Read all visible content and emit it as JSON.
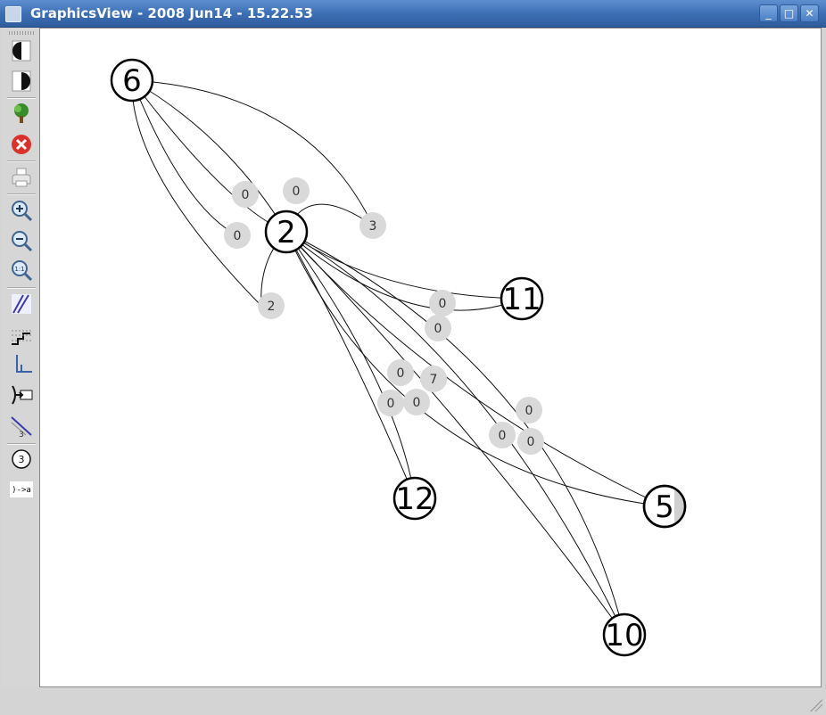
{
  "window": {
    "title": "GraphicsView - 2008 Jun14 - 15.22.53",
    "buttons": {
      "minimize": "_",
      "maximize": "□",
      "close": "✕"
    }
  },
  "toolbar": {
    "tools": [
      {
        "name": "left-half-icon"
      },
      {
        "name": "right-half-icon"
      },
      {
        "name": "tree-icon"
      },
      {
        "name": "stop-icon"
      },
      {
        "name": "printer-icon"
      },
      {
        "name": "zoom-in-icon"
      },
      {
        "name": "zoom-out-icon"
      },
      {
        "name": "zoom-actual-icon",
        "label": "1:1"
      },
      {
        "name": "diagonal-lines-icon"
      },
      {
        "name": "staircase-icon"
      },
      {
        "name": "axis-corner-icon"
      },
      {
        "name": "arrow-box-icon"
      },
      {
        "name": "edge-weight-icon",
        "label": "3"
      },
      {
        "name": "circle-number-icon",
        "label": "3"
      },
      {
        "name": "arrow-text-icon",
        "label": ")->a"
      }
    ]
  },
  "graph": {
    "nodes": [
      {
        "id": "6",
        "label": "6"
      },
      {
        "id": "2",
        "label": "2"
      },
      {
        "id": "11",
        "label": "11"
      },
      {
        "id": "12",
        "label": "12"
      },
      {
        "id": "5",
        "label": "5"
      },
      {
        "id": "10",
        "label": "10"
      }
    ],
    "edge_labels": [
      {
        "label": "0"
      },
      {
        "label": "0"
      },
      {
        "label": "0"
      },
      {
        "label": "3"
      },
      {
        "label": "2"
      },
      {
        "label": "0"
      },
      {
        "label": "0"
      },
      {
        "label": "0"
      },
      {
        "label": "7"
      },
      {
        "label": "0"
      },
      {
        "label": "0"
      },
      {
        "label": "0"
      },
      {
        "label": "0"
      },
      {
        "label": "0"
      }
    ]
  }
}
